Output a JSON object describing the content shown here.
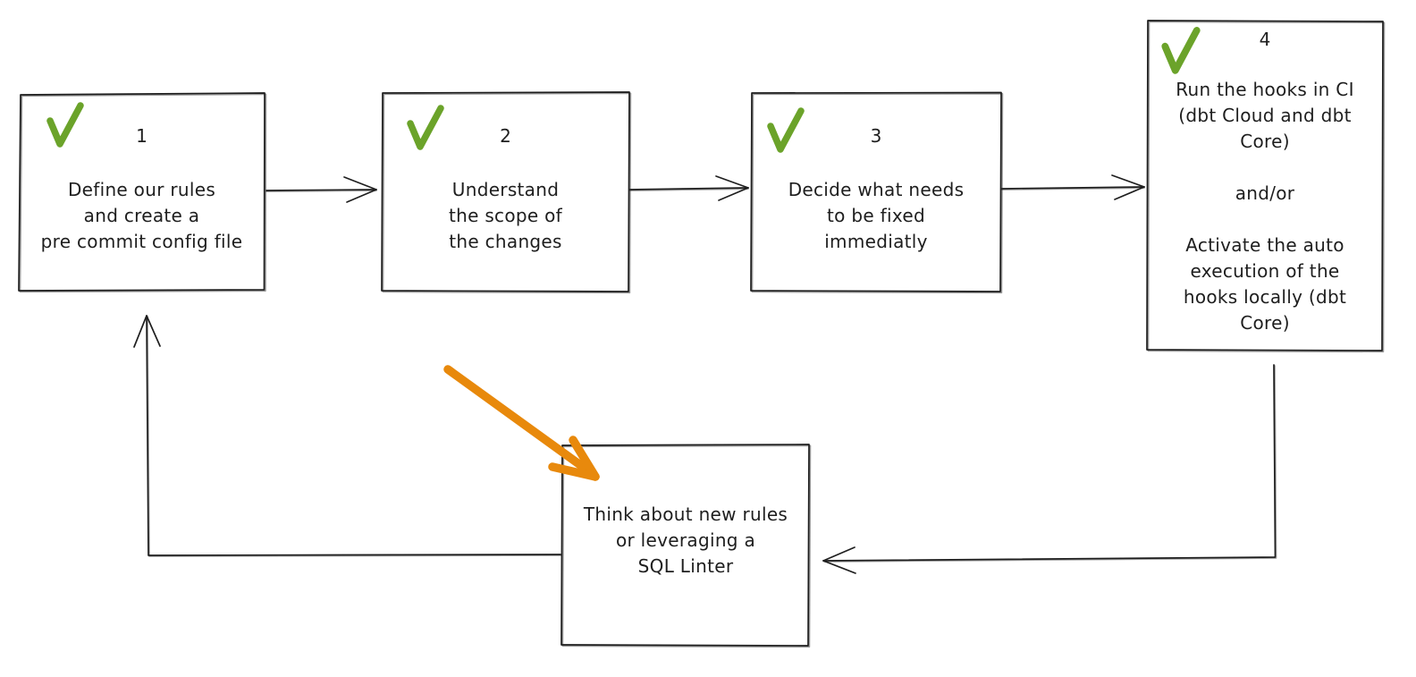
{
  "canvas": {
    "background": "#ffffff",
    "ink": "#1e1e1e",
    "check_green": "#6ba32a",
    "highlight_orange": "#e8890c"
  },
  "icons": {
    "check": "✓",
    "arrow_right": "→"
  },
  "steps": [
    {
      "number": "1",
      "completed": true,
      "text": "Define our rules\nand create a\npre commit config file"
    },
    {
      "number": "2",
      "completed": true,
      "text": "Understand\nthe scope of\nthe changes"
    },
    {
      "number": "3",
      "completed": true,
      "text": "Decide what needs\nto be fixed\nimmediatly"
    },
    {
      "number": "4",
      "completed": true,
      "text": "Run the hooks in CI\n(dbt Cloud and dbt\nCore)\n\nand/or\n\nActivate the auto\nexecution of the\nhooks locally (dbt\nCore)"
    }
  ],
  "feedback_box": {
    "text": "Think about new rules\nor leveraging a\nSQL Linter"
  },
  "connections": [
    {
      "from": "step-1",
      "to": "step-2",
      "style": "black-arrow"
    },
    {
      "from": "step-2",
      "to": "step-3",
      "style": "black-arrow"
    },
    {
      "from": "step-3",
      "to": "step-4",
      "style": "black-arrow"
    },
    {
      "from": "step-4",
      "to": "feedback-box",
      "style": "black-elbow-arrow"
    },
    {
      "from": "feedback-box",
      "to": "step-1",
      "style": "black-elbow-arrow"
    },
    {
      "from": "outside",
      "to": "feedback-box",
      "style": "thick-orange-highlight-arrow"
    }
  ]
}
